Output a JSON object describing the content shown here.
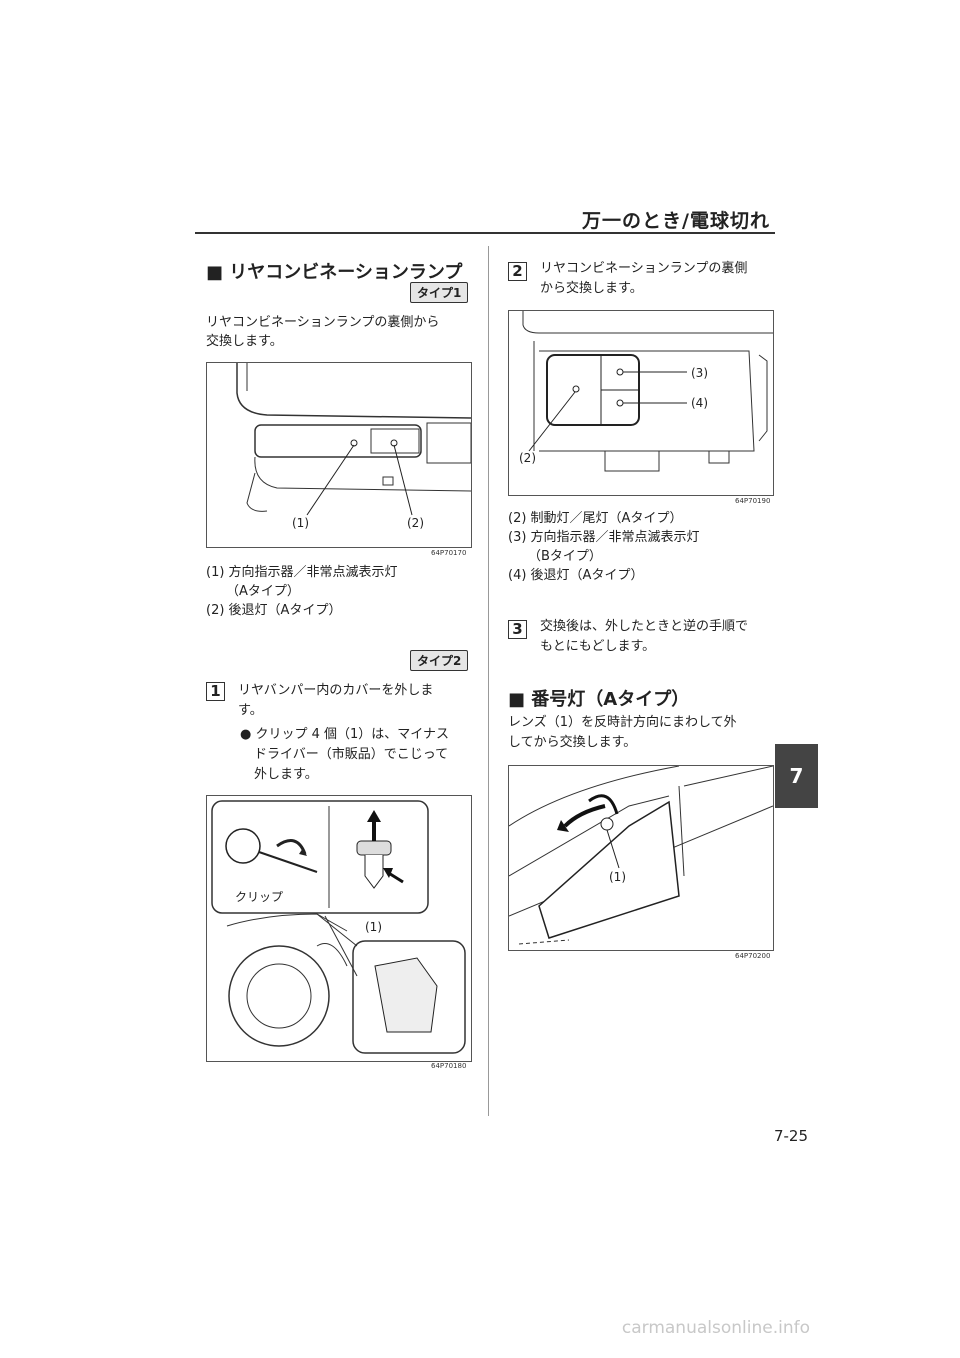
{
  "header": {
    "title": "万一のとき/電球切れ"
  },
  "chapter_tab": "7",
  "left": {
    "section_title": "■ リヤコンビネーションランプ",
    "badge_type1": "タイプ1",
    "intro_line1": "リヤコンビネーションランプの裏側から",
    "intro_line2": "交換します。",
    "fig1": {
      "label1": "(1)",
      "label2": "(2)",
      "code": "64P70170"
    },
    "caption1_line1": "(1) 方向指示器／非常点滅表示灯",
    "caption1_line2": "（Aタイプ）",
    "caption1_line3": "(2) 後退灯（Aタイプ）",
    "badge_type2": "タイプ2",
    "step1_num": "1",
    "step1_line1": "リヤバンパー内のカバーを外しま",
    "step1_line2": "す。",
    "bullet_line1": "● クリップ 4 個（1）は、マイナス",
    "bullet_line2": "ドライバー（市販品）でこじって",
    "bullet_line3": "外します。",
    "fig2": {
      "clip_label": "クリップ",
      "label1": "(1)",
      "code": "64P70180"
    }
  },
  "right": {
    "step2_num": "2",
    "step2_line1": "リヤコンビネーションランプの裏側",
    "step2_line2": "から交換します。",
    "fig3": {
      "label2": "(2)",
      "label3": "(3)",
      "label4": "(4)",
      "code": "64P70190"
    },
    "caption2_line1": "(2) 制動灯／尾灯（Aタイプ）",
    "caption2_line2": "(3) 方向指示器／非常点滅表示灯",
    "caption2_line3": "（Bタイプ）",
    "caption2_line4": "(4) 後退灯（Aタイプ）",
    "step3_num": "3",
    "step3_line1": "交換後は、外したときと逆の手順で",
    "step3_line2": "もとにもどします。",
    "section2_title": "■ 番号灯（Aタイプ）",
    "intro2_line1": "レンズ（1）を反時計方向にまわして外",
    "intro2_line2": "してから交換します。",
    "fig4": {
      "label1": "(1)",
      "code": "64P70200"
    }
  },
  "page_number": "7-25",
  "watermark": "carmanualsonline.info"
}
